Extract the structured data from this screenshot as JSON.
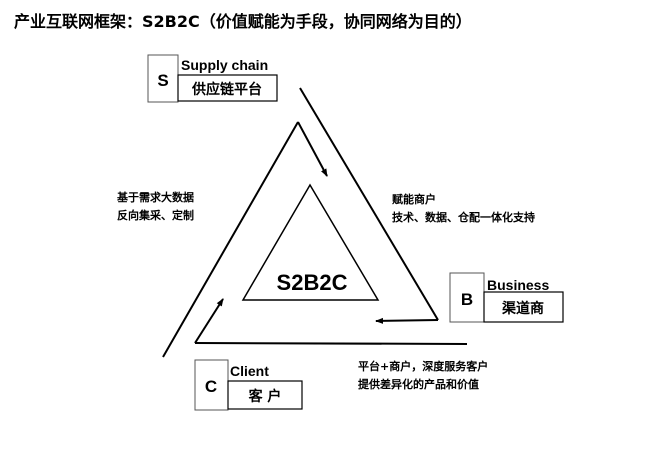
{
  "title": "产业互联网框架：S2B2C（价值赋能为手段，协同网络为目的）",
  "center_label": "S2B2C",
  "nodes": {
    "s": {
      "letter": "S",
      "english": "Supply chain",
      "chinese": "供应链平台"
    },
    "b": {
      "letter": "B",
      "english": "Business",
      "chinese": "渠道商"
    },
    "c": {
      "letter": "C",
      "english": "Client",
      "chinese": "客 户"
    }
  },
  "annotations": {
    "left": [
      "基于需求大数据",
      "反向集采、定制"
    ],
    "right": [
      "赋能商户",
      "技术、数据、仓配一体化支持"
    ],
    "bottom": [
      "平台+商户，深度服务客户",
      "提供差异化的产品和价值"
    ]
  }
}
